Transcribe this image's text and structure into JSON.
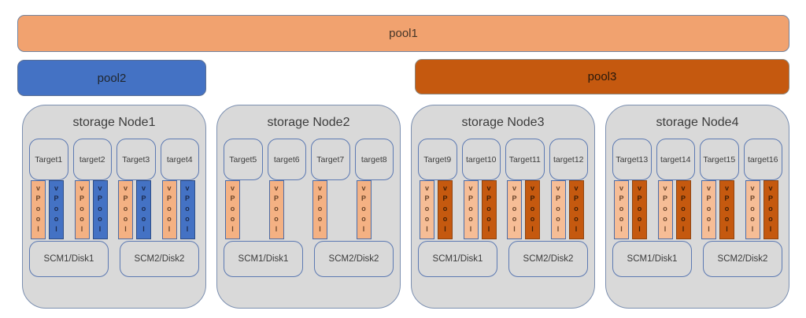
{
  "pools": [
    {
      "label": "pool1",
      "fill": "#F1A26F",
      "text_color": "#453528"
    },
    {
      "label": "pool2",
      "fill": "#4472C4",
      "text_color": "#20262e"
    },
    {
      "label": "pool3",
      "fill": "#C5590F",
      "text_color": "#27180c"
    }
  ],
  "vpool_word": "vPool",
  "vpool_letters": [
    "v",
    "P",
    "o",
    "o",
    "l"
  ],
  "bar_styles": {
    "peach": {
      "fill": "#F4B183",
      "border": "#4c6da8",
      "text": "#6b452a"
    },
    "blue": {
      "fill": "#4472C4",
      "border": "#2f4e86",
      "text": "#1c2b4e"
    },
    "peach_light": {
      "fill": "#F6BD96",
      "border": "#4c6da8",
      "text": "#6b452a"
    },
    "dark_orange": {
      "fill": "#C5590F",
      "border": "#8f4511",
      "text": "#3f1e06"
    }
  },
  "nodes": [
    {
      "title": "storage Node1",
      "targets": [
        {
          "label": "Target1",
          "bars": [
            "peach",
            "blue"
          ]
        },
        {
          "label": "target2",
          "bars": [
            "peach",
            "blue"
          ]
        },
        {
          "label": "Target3",
          "bars": [
            "peach",
            "blue"
          ]
        },
        {
          "label": "target4",
          "bars": [
            "peach",
            "blue"
          ]
        }
      ],
      "disks": [
        "SCM1/Disk1",
        "SCM2/Disk2"
      ]
    },
    {
      "title": "storage Node2",
      "targets": [
        {
          "label": "Target5",
          "bars": [
            "peach"
          ]
        },
        {
          "label": "target6",
          "bars": [
            "peach"
          ]
        },
        {
          "label": "Target7",
          "bars": [
            "peach"
          ]
        },
        {
          "label": "target8",
          "bars": [
            "peach"
          ]
        }
      ],
      "disks": [
        "SCM1/Disk1",
        "SCM2/Disk2"
      ]
    },
    {
      "title": "storage Node3",
      "targets": [
        {
          "label": "Target9",
          "bars": [
            "peach_light",
            "dark_orange"
          ]
        },
        {
          "label": "target10",
          "bars": [
            "peach_light",
            "dark_orange"
          ]
        },
        {
          "label": "Target11",
          "bars": [
            "peach_light",
            "dark_orange"
          ]
        },
        {
          "label": "target12",
          "bars": [
            "peach_light",
            "dark_orange"
          ]
        }
      ],
      "disks": [
        "SCM1/Disk1",
        "SCM2/Disk2"
      ]
    },
    {
      "title": "storage Node4",
      "targets": [
        {
          "label": "Target13",
          "bars": [
            "peach_light",
            "dark_orange"
          ]
        },
        {
          "label": "target14",
          "bars": [
            "peach_light",
            "dark_orange"
          ]
        },
        {
          "label": "Target15",
          "bars": [
            "peach_light",
            "dark_orange"
          ]
        },
        {
          "label": "target16",
          "bars": [
            "peach_light",
            "dark_orange"
          ]
        }
      ],
      "disks": [
        "SCM1/Disk1",
        "SCM2/Disk2"
      ]
    }
  ],
  "palette": {
    "background": "#FFFFFF",
    "node_fill": "#D9D9D9",
    "node_border": "#7B8FB0",
    "box_border": "#5C79B2",
    "label_color": "#3C3C3C"
  }
}
